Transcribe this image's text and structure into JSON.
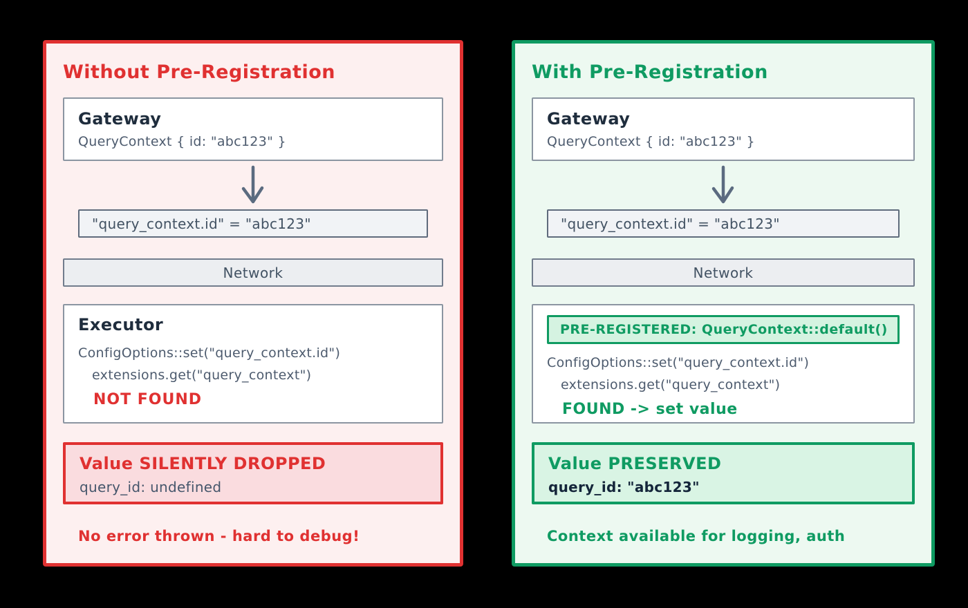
{
  "colors": {
    "background": "#000000",
    "red_accent": "#e03131",
    "red_panel_fill": "#fdf0f0",
    "red_value_fill": "#fadcdf",
    "green_accent": "#0f9b62",
    "green_panel_fill": "#edf9f1",
    "green_value_fill": "#d9f4e4",
    "prereg_fill": "#d5f3e1",
    "slate_text": "#4d5b6e",
    "dark_text": "#1f2d3d",
    "gray_border": "#8b95a1",
    "gray_fill": "#eceef1",
    "arrow": "#5b6b80"
  },
  "left": {
    "title": "Without Pre-Registration",
    "gateway": {
      "heading": "Gateway",
      "code": "QueryContext { id: \"abc123\" }"
    },
    "kv_pair": "\"query_context.id\" = \"abc123\"",
    "network_label": "Network",
    "executor": {
      "heading": "Executor",
      "line1": "ConfigOptions::set(\"query_context.id\")",
      "line2": "extensions.get(\"query_context\")",
      "result": "NOT FOUND"
    },
    "value_box": {
      "title": "Value SILENTLY DROPPED",
      "code": "query_id: undefined"
    },
    "footer": "No error thrown - hard to debug!"
  },
  "right": {
    "title": "With Pre-Registration",
    "gateway": {
      "heading": "Gateway",
      "code": "QueryContext { id: \"abc123\" }"
    },
    "kv_pair": "\"query_context.id\" = \"abc123\"",
    "network_label": "Network",
    "executor": {
      "banner": "PRE-REGISTERED: QueryContext::default()",
      "line1": "ConfigOptions::set(\"query_context.id\")",
      "line2": "extensions.get(\"query_context\")",
      "result": "FOUND -> set value"
    },
    "value_box": {
      "title": "Value PRESERVED",
      "code": "query_id: \"abc123\""
    },
    "footer": "Context available for logging, auth"
  }
}
